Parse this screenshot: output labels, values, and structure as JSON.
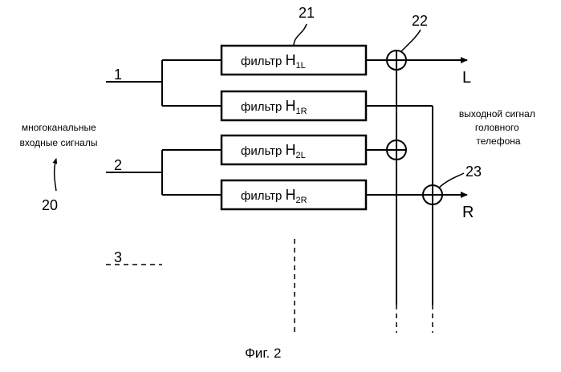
{
  "filters": [
    {
      "label": "фильтр",
      "symbol": "H",
      "subscript": "1L"
    },
    {
      "label": "фильтр",
      "symbol": "H",
      "subscript": "1R"
    },
    {
      "label": "фильтр",
      "symbol": "H",
      "subscript": "2L"
    },
    {
      "label": "фильтр",
      "symbol": "H",
      "subscript": "2R"
    }
  ],
  "inputs": [
    "1",
    "2",
    "3"
  ],
  "refs": {
    "filter_bank": "21",
    "adder_left": "22",
    "adder_right": "23",
    "inputs": "20"
  },
  "outputs": {
    "left": "L",
    "right": "R"
  },
  "left_text": [
    "многоканальные",
    "входные сигналы"
  ],
  "right_text": [
    "выходной сигнал",
    "головного",
    "телефона"
  ],
  "caption": "Фиг. 2"
}
